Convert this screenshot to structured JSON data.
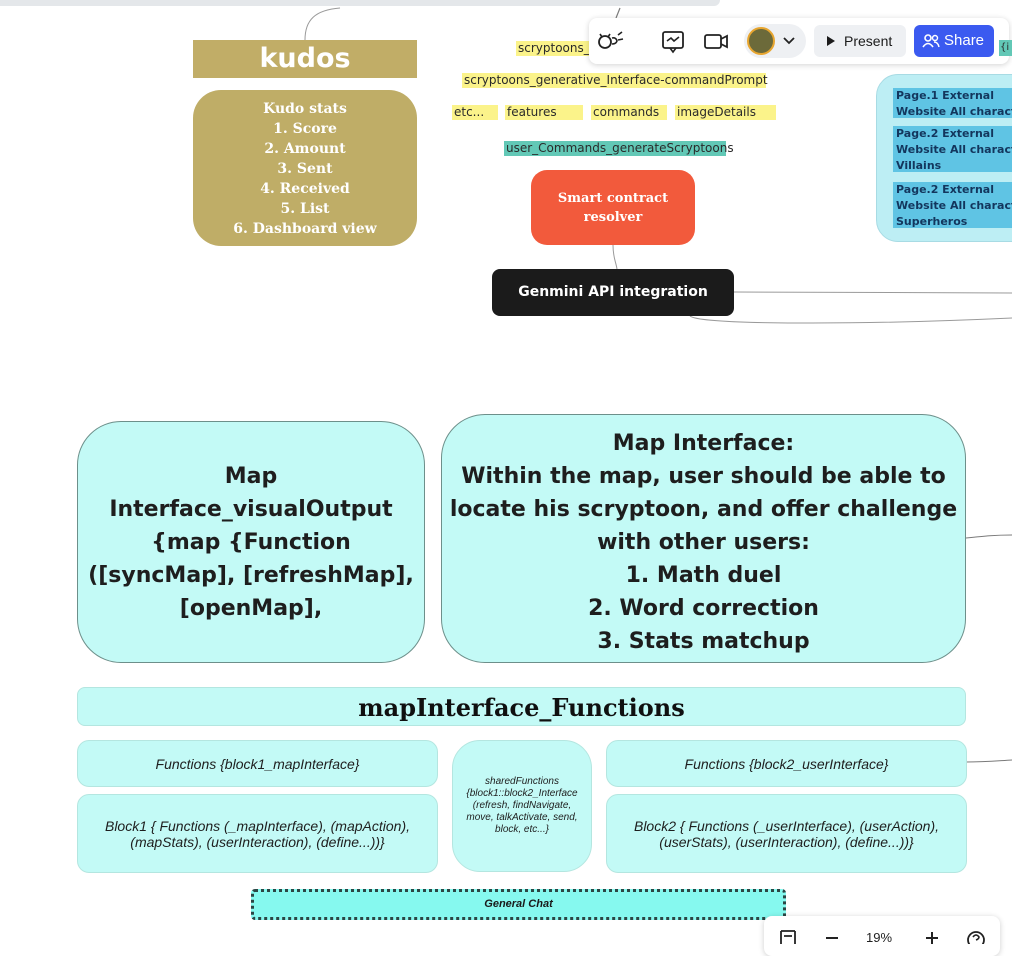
{
  "toolbar": {
    "present_label": "Present",
    "share_label": "Share",
    "share_color": "#3b5af0",
    "icons": [
      "reactions-icon",
      "comment-icon",
      "video-icon",
      "avatar",
      "chevron-down-icon",
      "play-icon",
      "users-icon"
    ]
  },
  "zoom": {
    "level": "19%"
  },
  "stickies": {
    "generative_cut": "scryptoons_g",
    "command_prompt": "scryptoons_generative_Interface-commandPrompt",
    "etc": "etc...",
    "features": "features",
    "commands": "commands",
    "image_details": "imageDetails",
    "user_commands": "user_Commands_generateScryptoons",
    "edge_tag": "{i"
  },
  "kudos": {
    "title": "kudos Interface",
    "lines": [
      "Kudo stats",
      "1. Score",
      "2. Amount",
      "3. Sent",
      "4. Received",
      "5. List",
      "6. Dashboard view"
    ]
  },
  "smart_contract": {
    "label": "Smart contract resolver"
  },
  "genmini": {
    "label": "Genmini API integration"
  },
  "pages": [
    {
      "lines": [
        "Page.1 External",
        "Website All characte"
      ]
    },
    {
      "lines": [
        "Page.2 External",
        "Website All characte",
        "Villains"
      ]
    },
    {
      "lines": [
        "Page.2 External",
        "Website All characte",
        "Superheros"
      ]
    }
  ],
  "map_visual": {
    "text": "Map Interface_visualOutput {map {Function ([syncMap], [refreshMap], [openMap],"
  },
  "map_interface": {
    "lines": [
      "Map Interface:",
      "Within the map, user should be able to",
      "locate his scryptoon, and offer challenge",
      "with other users:",
      "1. Math duel",
      "2. Word correction",
      "3. Stats matchup"
    ]
  },
  "functions": {
    "header": "mapInterface_Functions",
    "block1_title": "Functions {block1_mapInterface}",
    "block1_body": "Block1 { Functions (_mapInterface), (mapAction), (mapStats), (userInteraction), (define...))}",
    "shared": "sharedFunctions {block1::block2_Interface (refresh, findNavigate, move, talkActivate, send, block, etc...}",
    "block2_title": "Functions {block2_userInterface}",
    "block2_body": "Block2 { Functions (_userInterface), (userAction), (userStats), (userInteraction), (define...))}"
  },
  "general_chat": {
    "label": "General Chat"
  },
  "colors": {
    "kudos": "#bfad67",
    "smart_contract": "#f25a3c",
    "genmini": "#1b1b1b",
    "cyan": "#c3faf6",
    "sticky_yellow": "#fbf38a",
    "sticky_teal": "#62c8b6",
    "page_card": "#5fc4e4"
  }
}
